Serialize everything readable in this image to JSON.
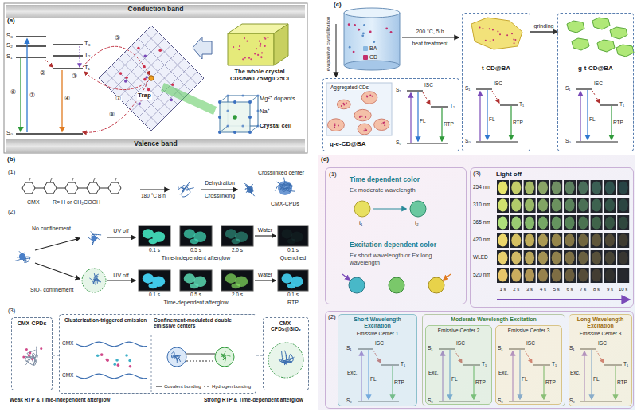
{
  "diagram": {
    "nodes": [
      {
        "text": [
          "Conduction band"
        ]
      },
      {
        "text": [
          "The whole crystal CDs/Na0.75Mg0.25Cl"
        ]
      },
      {
        "text": [
          "Mg²⁺ dopants",
          "Na⁺",
          "Crystal cell"
        ]
      },
      {
        "text": [
          "Valence band"
        ]
      },
      {
        "text": [
          "CMX-CPDs"
        ]
      },
      {
        "text": [
          "Clusterization-triggered emission",
          "Confinement-modulated double emissive centers"
        ]
      },
      {
        "text": [
          "CMX-CPDs@SiO₂"
        ]
      },
      {
        "text": [
          "g-e-CD@BA"
        ]
      },
      {
        "text": [
          "t-CD@BA"
        ]
      },
      {
        "text": [
          "g-t-CD@BA"
        ]
      },
      {
        "text": [
          "(1)",
          "Time dependent color",
          "Ex moderate wavelength",
          "Excitation dependent color",
          "Ex short wavelength or Ex long wavelength"
        ]
      },
      {
        "text": [
          "(3)",
          "Light off"
        ]
      },
      {
        "text": [
          "(2)"
        ]
      },
      {
        "text": [
          "Short-Wavelength Excitation",
          "Emissive Center 1"
        ],
        "in": 12
      },
      {
        "text": [
          "Moderate Wavelength Excitation"
        ],
        "in": 12
      },
      {
        "text": [
          "Emissive Center 2"
        ],
        "in": 14
      },
      {
        "text": [
          "Emissive Center 3"
        ],
        "in": 14
      },
      {
        "text": [
          "Long-Wavelength Excitation",
          "Emissive Center 3"
        ],
        "in": 12
      }
    ],
    "edges": [
      {
        "from": 4,
        "to": 5,
        "arrow": "none"
      },
      {
        "from": 6,
        "to": 5,
        "arrow": "none"
      },
      {
        "from": 8,
        "to": 9,
        "label": "grinding",
        "arrow": "to"
      }
    ],
    "labels": [
      "(a)",
      "S₃",
      "S₂",
      "S₁",
      "S₀",
      "T₃",
      "T₂",
      "T₁",
      "①",
      "②",
      "③",
      "④",
      "⑤",
      "⑥",
      "⑦",
      "⑧",
      "Trap",
      "(b)",
      "(1)",
      "CMX",
      "R= H or CH₂COOH",
      "180 °C 8 h",
      "Dehydration",
      "Crosslinking",
      "Crosslinked center",
      "CMX-CPDs",
      "(2)",
      "No confinement",
      "SiO₂ confinement",
      "UV off",
      "0.1 s",
      "0.5 s",
      "2.0 s",
      "Time-independent afterglow",
      "Water",
      "0.1 s",
      "Quenched",
      "UV off",
      "0.1 s",
      "0.5 s",
      "2.0 s",
      "Time-dependent afterglow",
      "Water",
      "0.1 s",
      "RTP",
      "(3)",
      "CMX",
      "CMX",
      "Covalent bonding",
      "Hydrogen bonding",
      "Weak RTP & Time-independent afterglow",
      "Strong RTP & Time-dependent afterglow",
      "(c)",
      "200 °C, 5 h",
      "heat treatment",
      "evaporative crystallization",
      "Aggregated CDs",
      "S₁",
      "T₁",
      "S₀",
      "ISC",
      "FL",
      "RTP",
      "S₁",
      "T₁",
      "S₀",
      "ISC",
      "FL",
      "RTP",
      "S₁",
      "T₁",
      "S₀",
      "ISC",
      "FL",
      "RTP",
      "(d)",
      "t₁",
      "t₂",
      "254 nm",
      "310 nm",
      "365 nm",
      "420 nm",
      "WLED",
      "520 nm",
      "1 s",
      "2 s",
      "3 s",
      "4 s",
      "5 s",
      "6 s",
      "7 s",
      "8 s",
      "9 s",
      "10 s",
      "S₁",
      "T₁",
      "S₀",
      "Exc.",
      "ISC",
      "FL",
      "RTP",
      "S₁",
      "T₁",
      "S₀",
      "Exc.",
      "ISC",
      "FL",
      "RTP",
      "S₁",
      "T₁",
      "S₀",
      "Exc.",
      "ISC",
      "FL",
      "RTP",
      "S₁",
      "T₁",
      "S₀",
      "Exc.",
      "ISC",
      "FL",
      "RTP"
    ],
    "legend": [
      {
        "text": "BA",
        "color": "#8ab8e0"
      },
      {
        "text": "CD",
        "color": "#c2306c"
      }
    ]
  }
}
